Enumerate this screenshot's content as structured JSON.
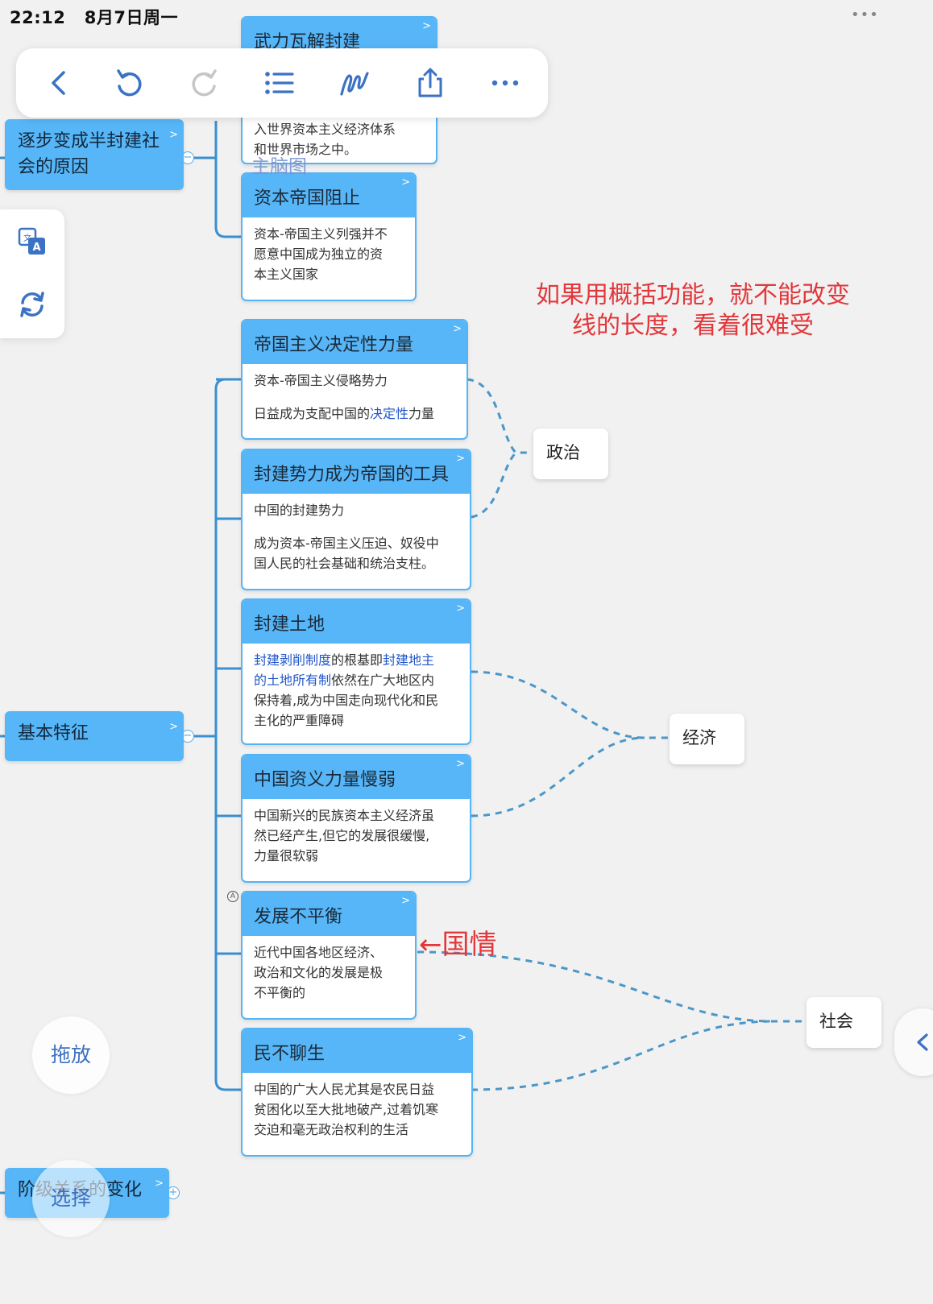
{
  "status_bar": {
    "time": "22:12",
    "date": "8月7日周一",
    "more": "•••"
  },
  "toolbar": {
    "back": "back-icon",
    "undo": "undo-icon",
    "redo": "redo-icon",
    "outline": "outline-list-icon",
    "draw": "pen-draw-icon",
    "share": "share-icon",
    "more": "more-icon"
  },
  "side_panel": {
    "translate": "translate-icon",
    "refresh": "refresh-icon"
  },
  "overlay_label": "主脑图",
  "root_nodes": {
    "reason": "逐步变成半封建社会的原因",
    "features": "基本特征",
    "class_change": "阶级关系的变化"
  },
  "nodes": {
    "n0": {
      "title": "武力瓦解封建",
      "body": [
        "入世界资本主义经济体系",
        "和世界市场之中。"
      ]
    },
    "n1": {
      "title": "资本帝国阻止",
      "body": [
        "资本-帝国主义列强并不",
        "愿意中国成为独立的资",
        "本主义国家"
      ]
    },
    "n2": {
      "title": "帝国主义决定性力量",
      "line1": "资本-帝国主义侵略势力",
      "line2_pre": "日益成为支配中国的",
      "line2_kw": "决定性",
      "line2_post": "力量"
    },
    "n3": {
      "title": "封建势力成为帝国的工具",
      "line1": "中国的封建势力",
      "line2": "成为资本-帝国主义压迫、奴役中",
      "line3": "国人民的社会基础和统治支柱。"
    },
    "n4": {
      "title": "封建土地",
      "kw1": "封建剥削制度",
      "mid1": "的根基即",
      "kw2": "封建地主",
      "kw3": "的土地所有制",
      "mid2": "依然在广大地区内",
      "line3": "保持着,成为中国走向现代化和民",
      "line4": "主化的严重障碍"
    },
    "n5": {
      "title": "中国资义力量慢弱",
      "body": [
        "中国新兴的民族资本主义经济虽",
        "然已经产生,但它的发展很缓慢,",
        "力量很软弱"
      ]
    },
    "n6": {
      "title": "发展不平衡",
      "body": [
        "近代中国各地区经济、",
        "政治和文化的发展是极",
        "不平衡的"
      ]
    },
    "n7": {
      "title": "民不聊生",
      "body": [
        "中国的广大人民尤其是农民日益",
        "贫困化以至大批地破产,过着饥寒",
        "交迫和毫无政治权利的生活"
      ]
    }
  },
  "summaries": {
    "politics": "政治",
    "economy": "经济",
    "society": "社会"
  },
  "annotations": {
    "note_line1": "如果用概括功能，就不能改变",
    "note_line2": "线的长度，看着很难受",
    "arrow_note": "←国情"
  },
  "float_buttons": {
    "drag": "拖放",
    "select": "选择"
  },
  "colors": {
    "node_head": "#56b6f7",
    "connector": "#3a8fd0",
    "summary_line": "#4a97c8",
    "annotation": "#e2373b",
    "keyword": "#2256c9"
  }
}
